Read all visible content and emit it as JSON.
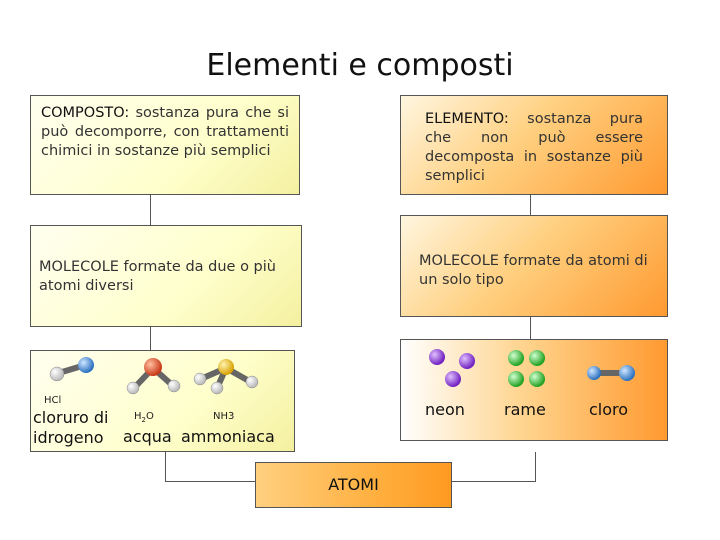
{
  "title": "Elementi e composti",
  "composto": {
    "term": "COMPOSTO:",
    "definition": "sostanza pura che si può decomporre, con trattamenti chimici in sostanze più semplici"
  },
  "elemento": {
    "term": "ELEMENTO:",
    "definition": "sostanza pura che non può essere decomposta in sostanze più semplici"
  },
  "molecole_composto": "MOLECOLE formate da due o più atomi diversi",
  "molecole_elemento": "MOLECOLE formate da atomi di un solo tipo",
  "examples_composti": {
    "hcl_formula": "HCl",
    "hcl_name_line1": "cloruro di",
    "hcl_name_line2": "idrogeno",
    "water_formula_main": "H",
    "water_formula_sub": "2",
    "water_formula_end": "O",
    "water_name": "acqua",
    "ammonia_formula": "NH3",
    "ammonia_name": "ammoniaca"
  },
  "examples_elementi": {
    "neon": "neon",
    "rame": "rame",
    "cloro": "cloro"
  },
  "atomi": "ATOMI",
  "colors": {
    "chlorine": "#3a8fd8",
    "hydrogen": "#e8e8e8",
    "oxygen": "#e05030",
    "nitrogen": "#f0c020",
    "neon": "#9040d0",
    "copper": "#40c040"
  }
}
